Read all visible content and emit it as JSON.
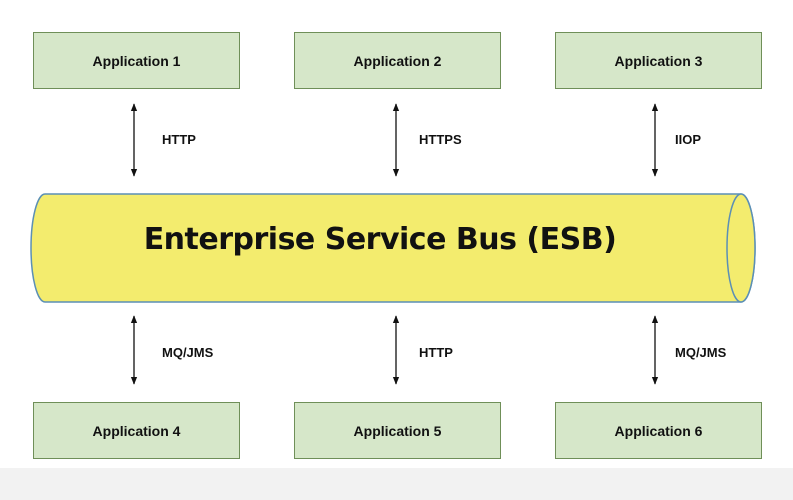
{
  "colors": {
    "box_fill": "#d6e7c9",
    "box_border": "#6f8f58",
    "bus_fill": "#f3ec6e",
    "bus_border": "#5b8fb5"
  },
  "bus": {
    "label": "Enterprise Service Bus (ESB)"
  },
  "applications": [
    {
      "label": "Application 1"
    },
    {
      "label": "Application 2"
    },
    {
      "label": "Application 3"
    },
    {
      "label": "Application 4"
    },
    {
      "label": "Application 5"
    },
    {
      "label": "Application 6"
    }
  ],
  "protocols": [
    {
      "label": "HTTP"
    },
    {
      "label": "HTTPS"
    },
    {
      "label": "IIOP"
    },
    {
      "label": "MQ/JMS"
    },
    {
      "label": "HTTP"
    },
    {
      "label": "MQ/JMS"
    }
  ]
}
